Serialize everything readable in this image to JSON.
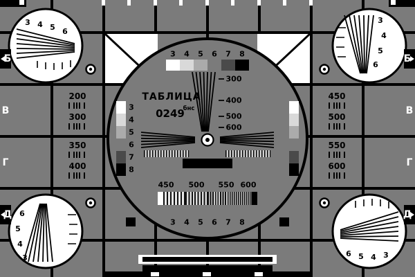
{
  "card": {
    "name": "ТАБЛИЦА",
    "code": "0249",
    "code_suffix": "бнс"
  },
  "colors": {
    "background": "#7b7b7b",
    "line": "#000000",
    "white": "#ffffff"
  },
  "grayscale_steps": [
    "#ffffff",
    "#d9d9d9",
    "#ababab",
    "#7b7b7b",
    "#4a4a4a",
    "#000000"
  ],
  "row_labels_left": [
    "Б",
    "В",
    "Г",
    "Д"
  ],
  "row_labels_right": [
    "Б",
    "В",
    "Г",
    "Д"
  ],
  "top_scale": [
    "3",
    "4",
    "5",
    "6",
    "7",
    "8"
  ],
  "bottom_scale": [
    "3",
    "4",
    "5",
    "6",
    "7",
    "8"
  ],
  "side_scale": [
    "3",
    "4",
    "5",
    "6",
    "7",
    "8"
  ],
  "center_wedge_labels": [
    "300",
    "400",
    "500",
    "600"
  ],
  "burst_labels": [
    "450",
    "500",
    "550",
    "600"
  ],
  "left_bursts": [
    "200",
    "300",
    "350",
    "400"
  ],
  "right_bursts": [
    "450",
    "500",
    "550",
    "600"
  ],
  "corners": {
    "top_left": [
      "3",
      "4",
      "5",
      "6"
    ],
    "top_right": [
      "3",
      "4",
      "5",
      "6"
    ],
    "bottom_left": [
      "6",
      "5",
      "4",
      "3"
    ],
    "bottom_right": [
      "6",
      "5",
      "4",
      "3"
    ]
  }
}
